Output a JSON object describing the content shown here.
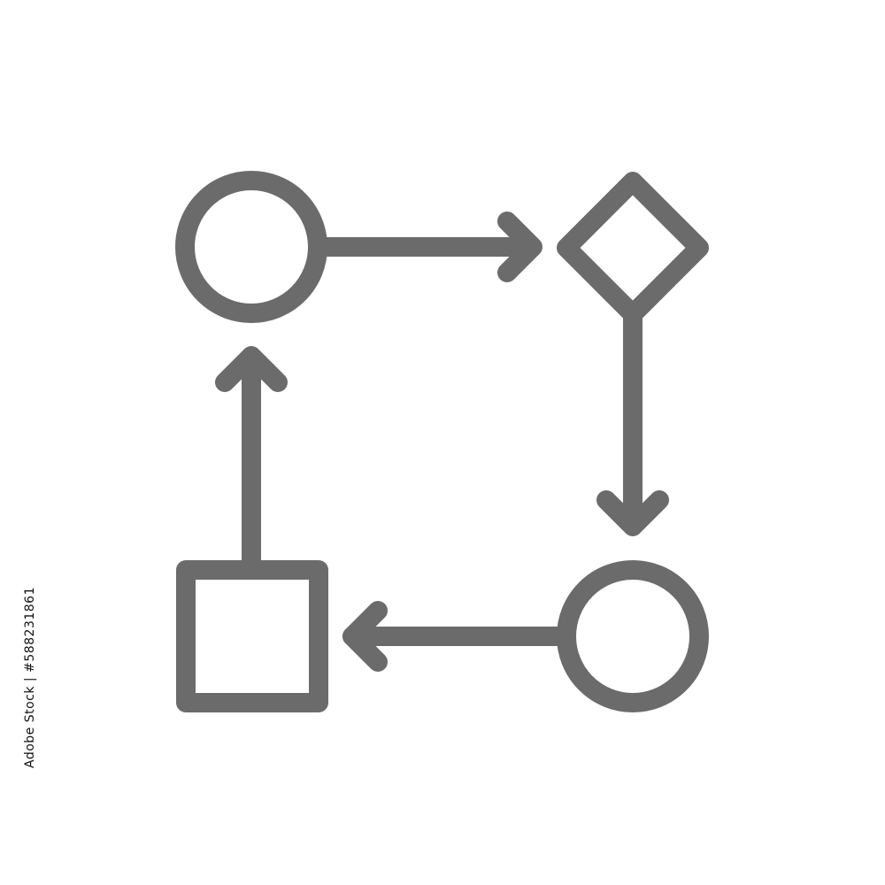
{
  "diagram": {
    "stroke_color": "#6b6b6b",
    "background": "#ffffff",
    "nodes": [
      {
        "id": "start",
        "shape": "circle"
      },
      {
        "id": "decision",
        "shape": "diamond"
      },
      {
        "id": "end",
        "shape": "circle"
      },
      {
        "id": "process",
        "shape": "square"
      }
    ],
    "edges": [
      {
        "from": "start",
        "to": "decision",
        "direction": "right"
      },
      {
        "from": "decision",
        "to": "end",
        "direction": "down"
      },
      {
        "from": "end",
        "to": "process",
        "direction": "left"
      },
      {
        "from": "process",
        "to": "start",
        "direction": "up"
      }
    ]
  },
  "stock_id": "Adobe Stock | #588231861"
}
